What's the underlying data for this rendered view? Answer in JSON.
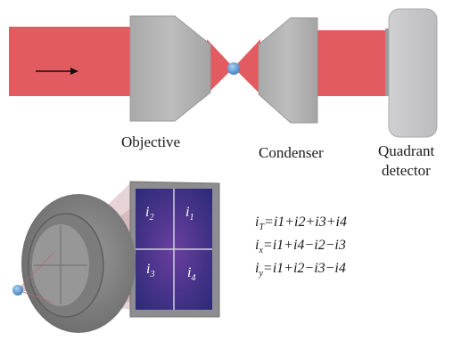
{
  "labels": {
    "objective": "Objective",
    "condenser": "Condenser",
    "quadrant_line1": "Quadrant",
    "quadrant_line2": "detector"
  },
  "quadrants": {
    "q2": {
      "var": "i",
      "sub": "2"
    },
    "q1": {
      "var": "i",
      "sub": "1"
    },
    "q3": {
      "var": "i",
      "sub": "3"
    },
    "q4": {
      "var": "i",
      "sub": "4"
    }
  },
  "equations": [
    {
      "lhs_var": "i",
      "lhs_sub": "T",
      "rhs": "=i1+i2+i3+i4"
    },
    {
      "lhs_var": "i",
      "lhs_sub": "x",
      "rhs": "=i1+i4−i2−i3"
    },
    {
      "lhs_var": "i",
      "lhs_sub": "y",
      "rhs": "=i1+i2−i3−i4"
    }
  ],
  "colors": {
    "beam": "#e25b60",
    "lens": "#b3b3b3",
    "detector_face": "#3b2f7a",
    "bead": "#5b9bd5"
  }
}
